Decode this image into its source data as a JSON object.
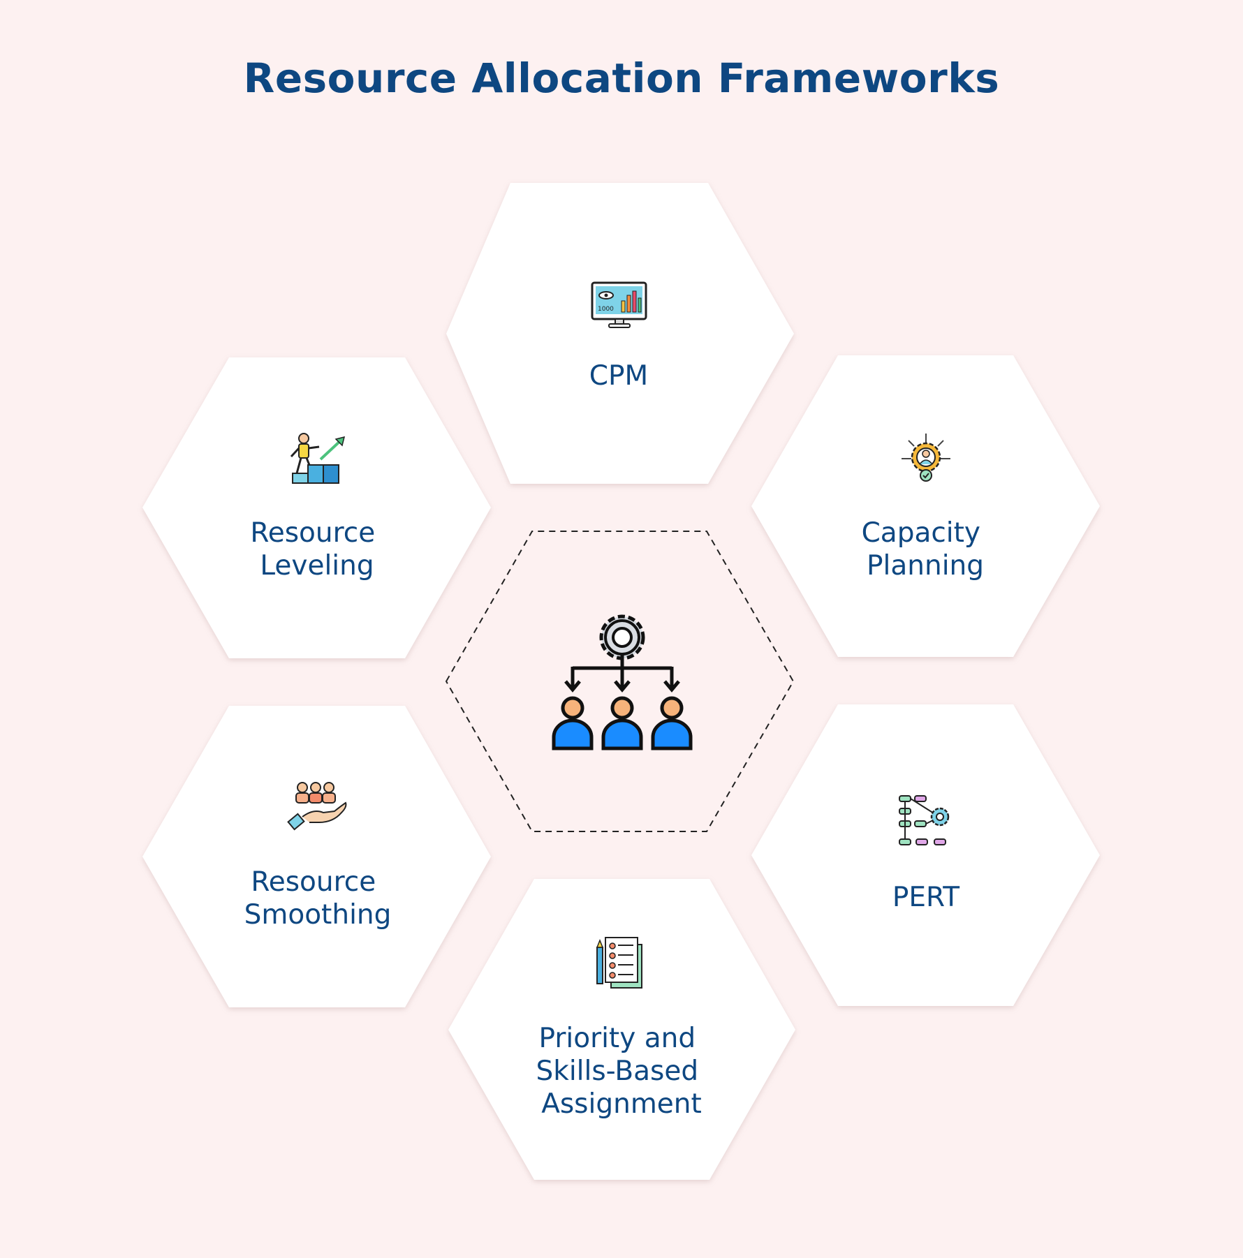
{
  "title": "Resource Allocation Frameworks",
  "nodes": [
    {
      "id": "cpm",
      "label_lines": [
        "CPM"
      ],
      "icon": "monitor-analytics-icon"
    },
    {
      "id": "resource-leveling",
      "label_lines": [
        "Resource",
        "Leveling"
      ],
      "icon": "person-climbing-steps-icon"
    },
    {
      "id": "capacity-planning",
      "label_lines": [
        "Capacity",
        "Planning"
      ],
      "icon": "gear-person-arrows-icon"
    },
    {
      "id": "resource-smoothing",
      "label_lines": [
        "Resource",
        "Smoothing"
      ],
      "icon": "hand-holding-people-icon"
    },
    {
      "id": "pert",
      "label_lines": [
        "PERT"
      ],
      "icon": "flowchart-gear-icon"
    },
    {
      "id": "priority-skills",
      "label_lines": [
        "Priority and",
        "Skills-Based",
        "Assignment"
      ],
      "icon": "checklist-pencil-icon"
    }
  ],
  "center": {
    "icon": "gear-team-hierarchy-icon",
    "border": "dashed"
  },
  "colors": {
    "background": "#fdf1f1",
    "title": "#0e4781",
    "hexagon": "#ffffff",
    "accent_blue": "#1a8cff"
  }
}
